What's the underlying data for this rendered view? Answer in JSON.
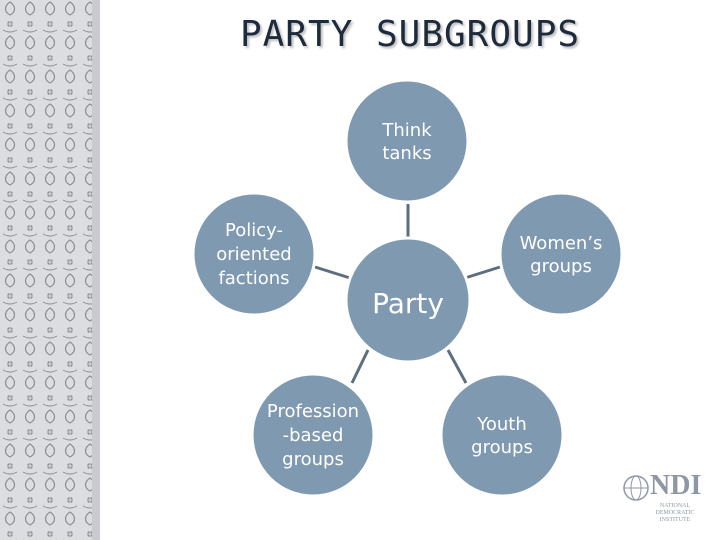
{
  "title": "PARTY SUBGROUPS",
  "colors": {
    "node_fill": "#7f99b0",
    "node_stroke": "#ffffff",
    "connector": "#5c6f80",
    "title": "#1d2b3d",
    "border_pattern": "#8a8d93"
  },
  "diagram": {
    "center": {
      "label": "Party"
    },
    "nodes": [
      {
        "id": "think-tanks",
        "lines": [
          "Think",
          "tanks"
        ]
      },
      {
        "id": "womens-groups",
        "lines": [
          "Women’s",
          "groups"
        ]
      },
      {
        "id": "youth-groups",
        "lines": [
          "Youth",
          "groups"
        ]
      },
      {
        "id": "profession-based",
        "lines": [
          "Profession",
          "-based",
          "groups"
        ]
      },
      {
        "id": "policy-factions",
        "lines": [
          "Policy-",
          "oriented",
          "factions"
        ]
      }
    ]
  },
  "logo": {
    "name": "NDI",
    "subtitle_lines": [
      "NATIONAL",
      "DEMOCRATIC",
      "INSTITUTE"
    ]
  }
}
